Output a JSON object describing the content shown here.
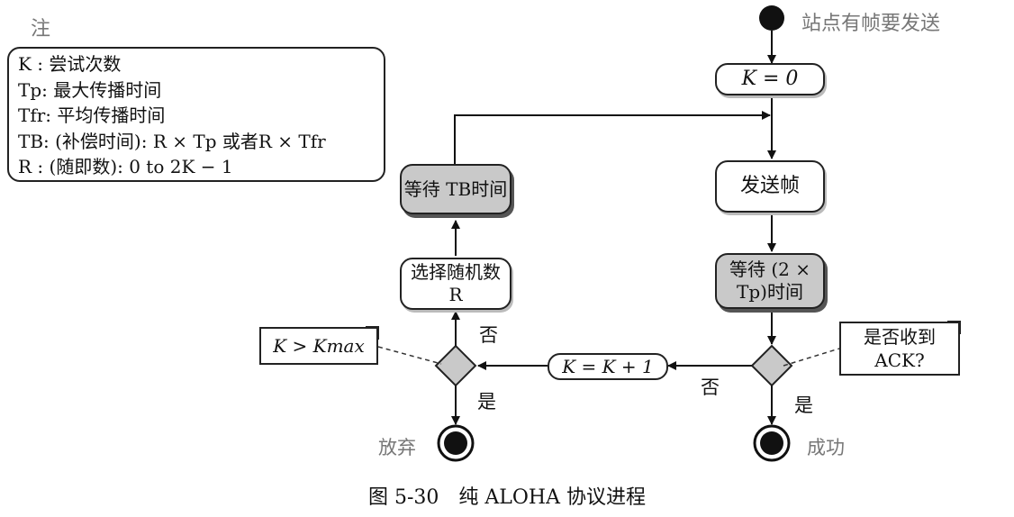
{
  "note_title": "注",
  "legend": {
    "lines": [
      "K : 尝试次数",
      "Tp: 最大传播时间",
      "Tfr: 平均传播时间",
      "TB: (补偿时间): R × Tp 或者R × Tfr",
      "R : (随即数): 0 to 2K − 1"
    ]
  },
  "start_label": "站点有帧要发送",
  "nodes": {
    "k_zero": "K = 0",
    "send_frame": "发送帧",
    "wait_2tp": "等待 (2 × Tp)时间",
    "k_increment": "K = K + 1",
    "choose_random": "选择随机数 R",
    "wait_tb": "等待 TB时间"
  },
  "notes": {
    "kmax": "K > Kmax",
    "ack": "是否收到 ACK?"
  },
  "edge_labels": {
    "ack_no": "否",
    "ack_yes": "是",
    "kmax_no": "否",
    "kmax_yes": "是"
  },
  "end_labels": {
    "abort": "放弃",
    "success": "成功"
  },
  "caption": "图 5-30　纯 ALOHA 协议进程"
}
